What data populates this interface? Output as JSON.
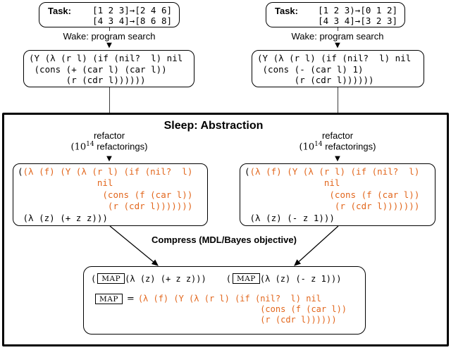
{
  "colors": {
    "orange": "#E2661C",
    "black": "#000000"
  },
  "icons": {
    "down_arrowhead": "▼"
  },
  "sleep": {
    "title": "Sleep:  Abstraction"
  },
  "compress": {
    "label": "Compress (MDL/Bayes objective)"
  },
  "left": {
    "task_label": "Task:",
    "task_rows": "[1 2 3]→[2 4 6]\n[4 3 4]→[8 6 8]",
    "wake_label": "Wake:  program search",
    "program": "(Y (λ (r l) (if (nil?  l) nil\n (cons (+ (car l) (car l))\n       (r (cdr l))))))",
    "refactor_label": "refactor",
    "refactor_open": "(10",
    "refactor_exp": "14",
    "refactor_rest": " refactorings)",
    "refactored_open": "(",
    "refactored_orange": "(λ (f) (Y (λ (r l) (if (nil?  l)\n               nil\n                (cons (f (car l))\n                 (r (cdr l)))))))\n",
    "refactored_close": " (λ (z) (+ z z)))"
  },
  "right": {
    "task_label": "Task:",
    "task_rows": "[1 2 3)→[0 1 2]\n[4 3 4]→[3 2 3]",
    "wake_label": "Wake:  program search",
    "program": "(Y (λ (r l) (if (nil?  l) nil\n (cons (- (car l) 1)\n       (r (cdr l))))))",
    "refactor_label": "refactor",
    "refactor_open": "(10",
    "refactor_exp": "14",
    "refactor_rest": " refactorings)",
    "refactored_open": "(",
    "refactored_orange": "(λ (f) (Y (λ (r l) (if (nil?  l)\n               nil\n                (cons (f (car l))\n                 (r (cdr l)))))))\n",
    "refactored_close": " (λ (z) (- z 1)))"
  },
  "bottom": {
    "open_paren": "(",
    "map_label": "MAP",
    "left_body": " (λ (z) (+ z z)))",
    "right_body": " (λ (z) (- z 1)))",
    "equals": "=",
    "definition": "(λ (f) (Y (λ (r l) (if (nil?  l) nil\n                        (cons (f (car l))\n                        (r (cdr l))))))"
  }
}
